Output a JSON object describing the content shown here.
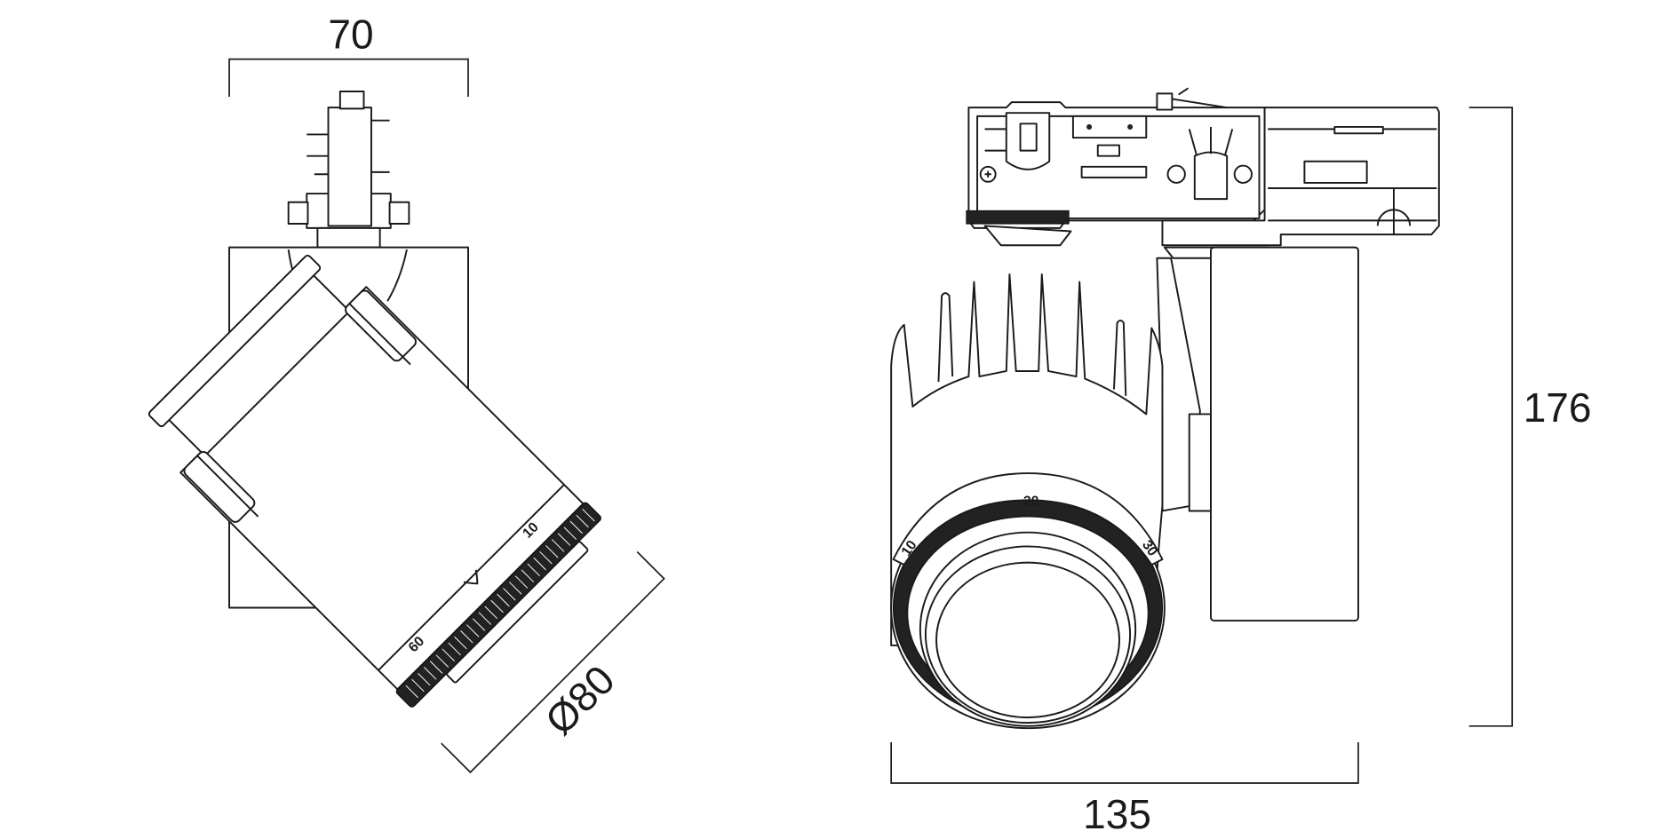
{
  "dimensions": {
    "width_side": "70",
    "diameter": "Ø80",
    "height": "176",
    "length": "135"
  },
  "scale_labels": {
    "left_view": [
      "10",
      "60"
    ],
    "right_view": [
      "20",
      "10",
      "30"
    ]
  },
  "colors": {
    "line": "#1a1a1a",
    "background": "#ffffff"
  }
}
